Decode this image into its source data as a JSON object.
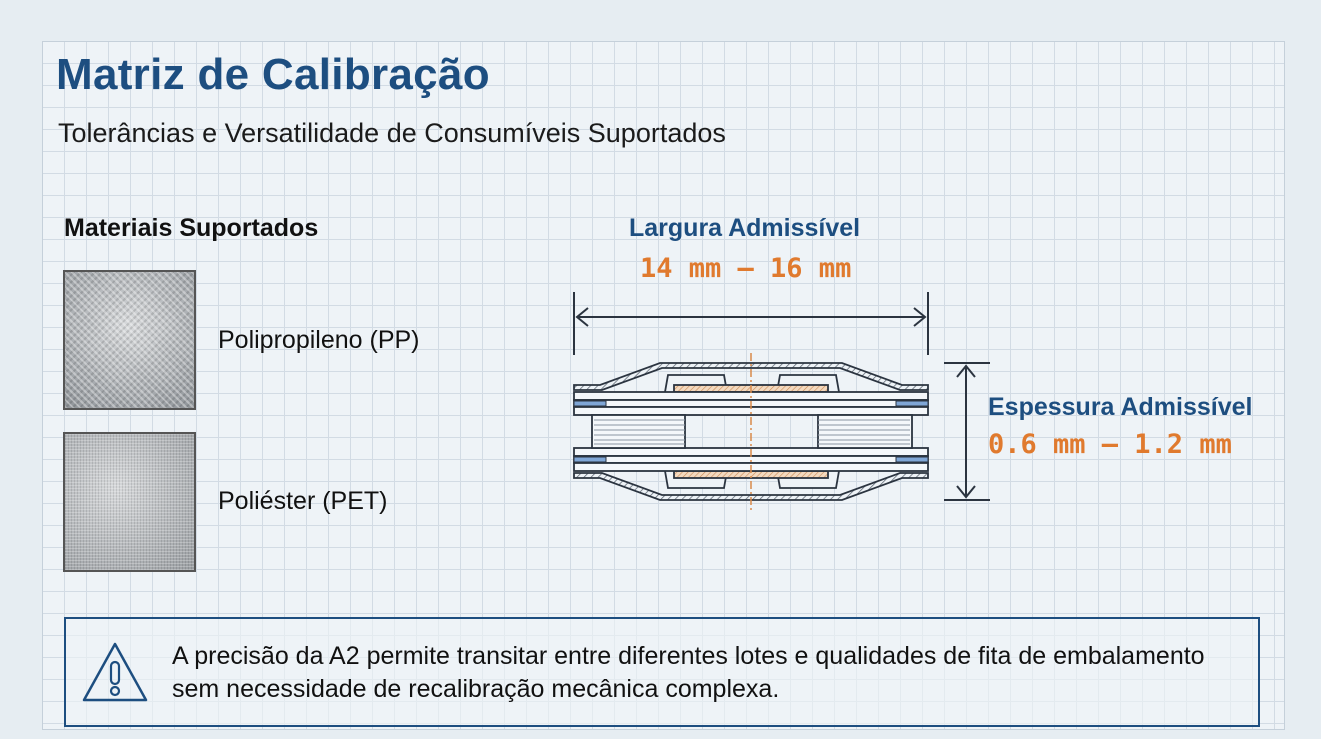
{
  "header": {
    "title": "Matriz de Calibração",
    "subtitle": "Tolerâncias e Versatilidade de Consumíveis Suportados"
  },
  "materials": {
    "heading": "Materiais Suportados",
    "items": [
      {
        "label": "Polipropileno (PP)"
      },
      {
        "label": "Poliéster (PET)"
      }
    ]
  },
  "dimensions": {
    "width": {
      "title": "Largura Admissível",
      "value": "14 mm — 16 mm"
    },
    "thickness": {
      "title": "Espessura Admissível",
      "value": "0.6 mm — 1.2 mm"
    }
  },
  "note": {
    "icon": "warning-icon",
    "text": "A precisão da A2 permite transitar entre diferentes lotes e qualidades de fita de embalamento sem necessidade de recalibração mecânica complexa."
  },
  "colors": {
    "primary": "#1d4e80",
    "accent": "#e07a2e"
  }
}
